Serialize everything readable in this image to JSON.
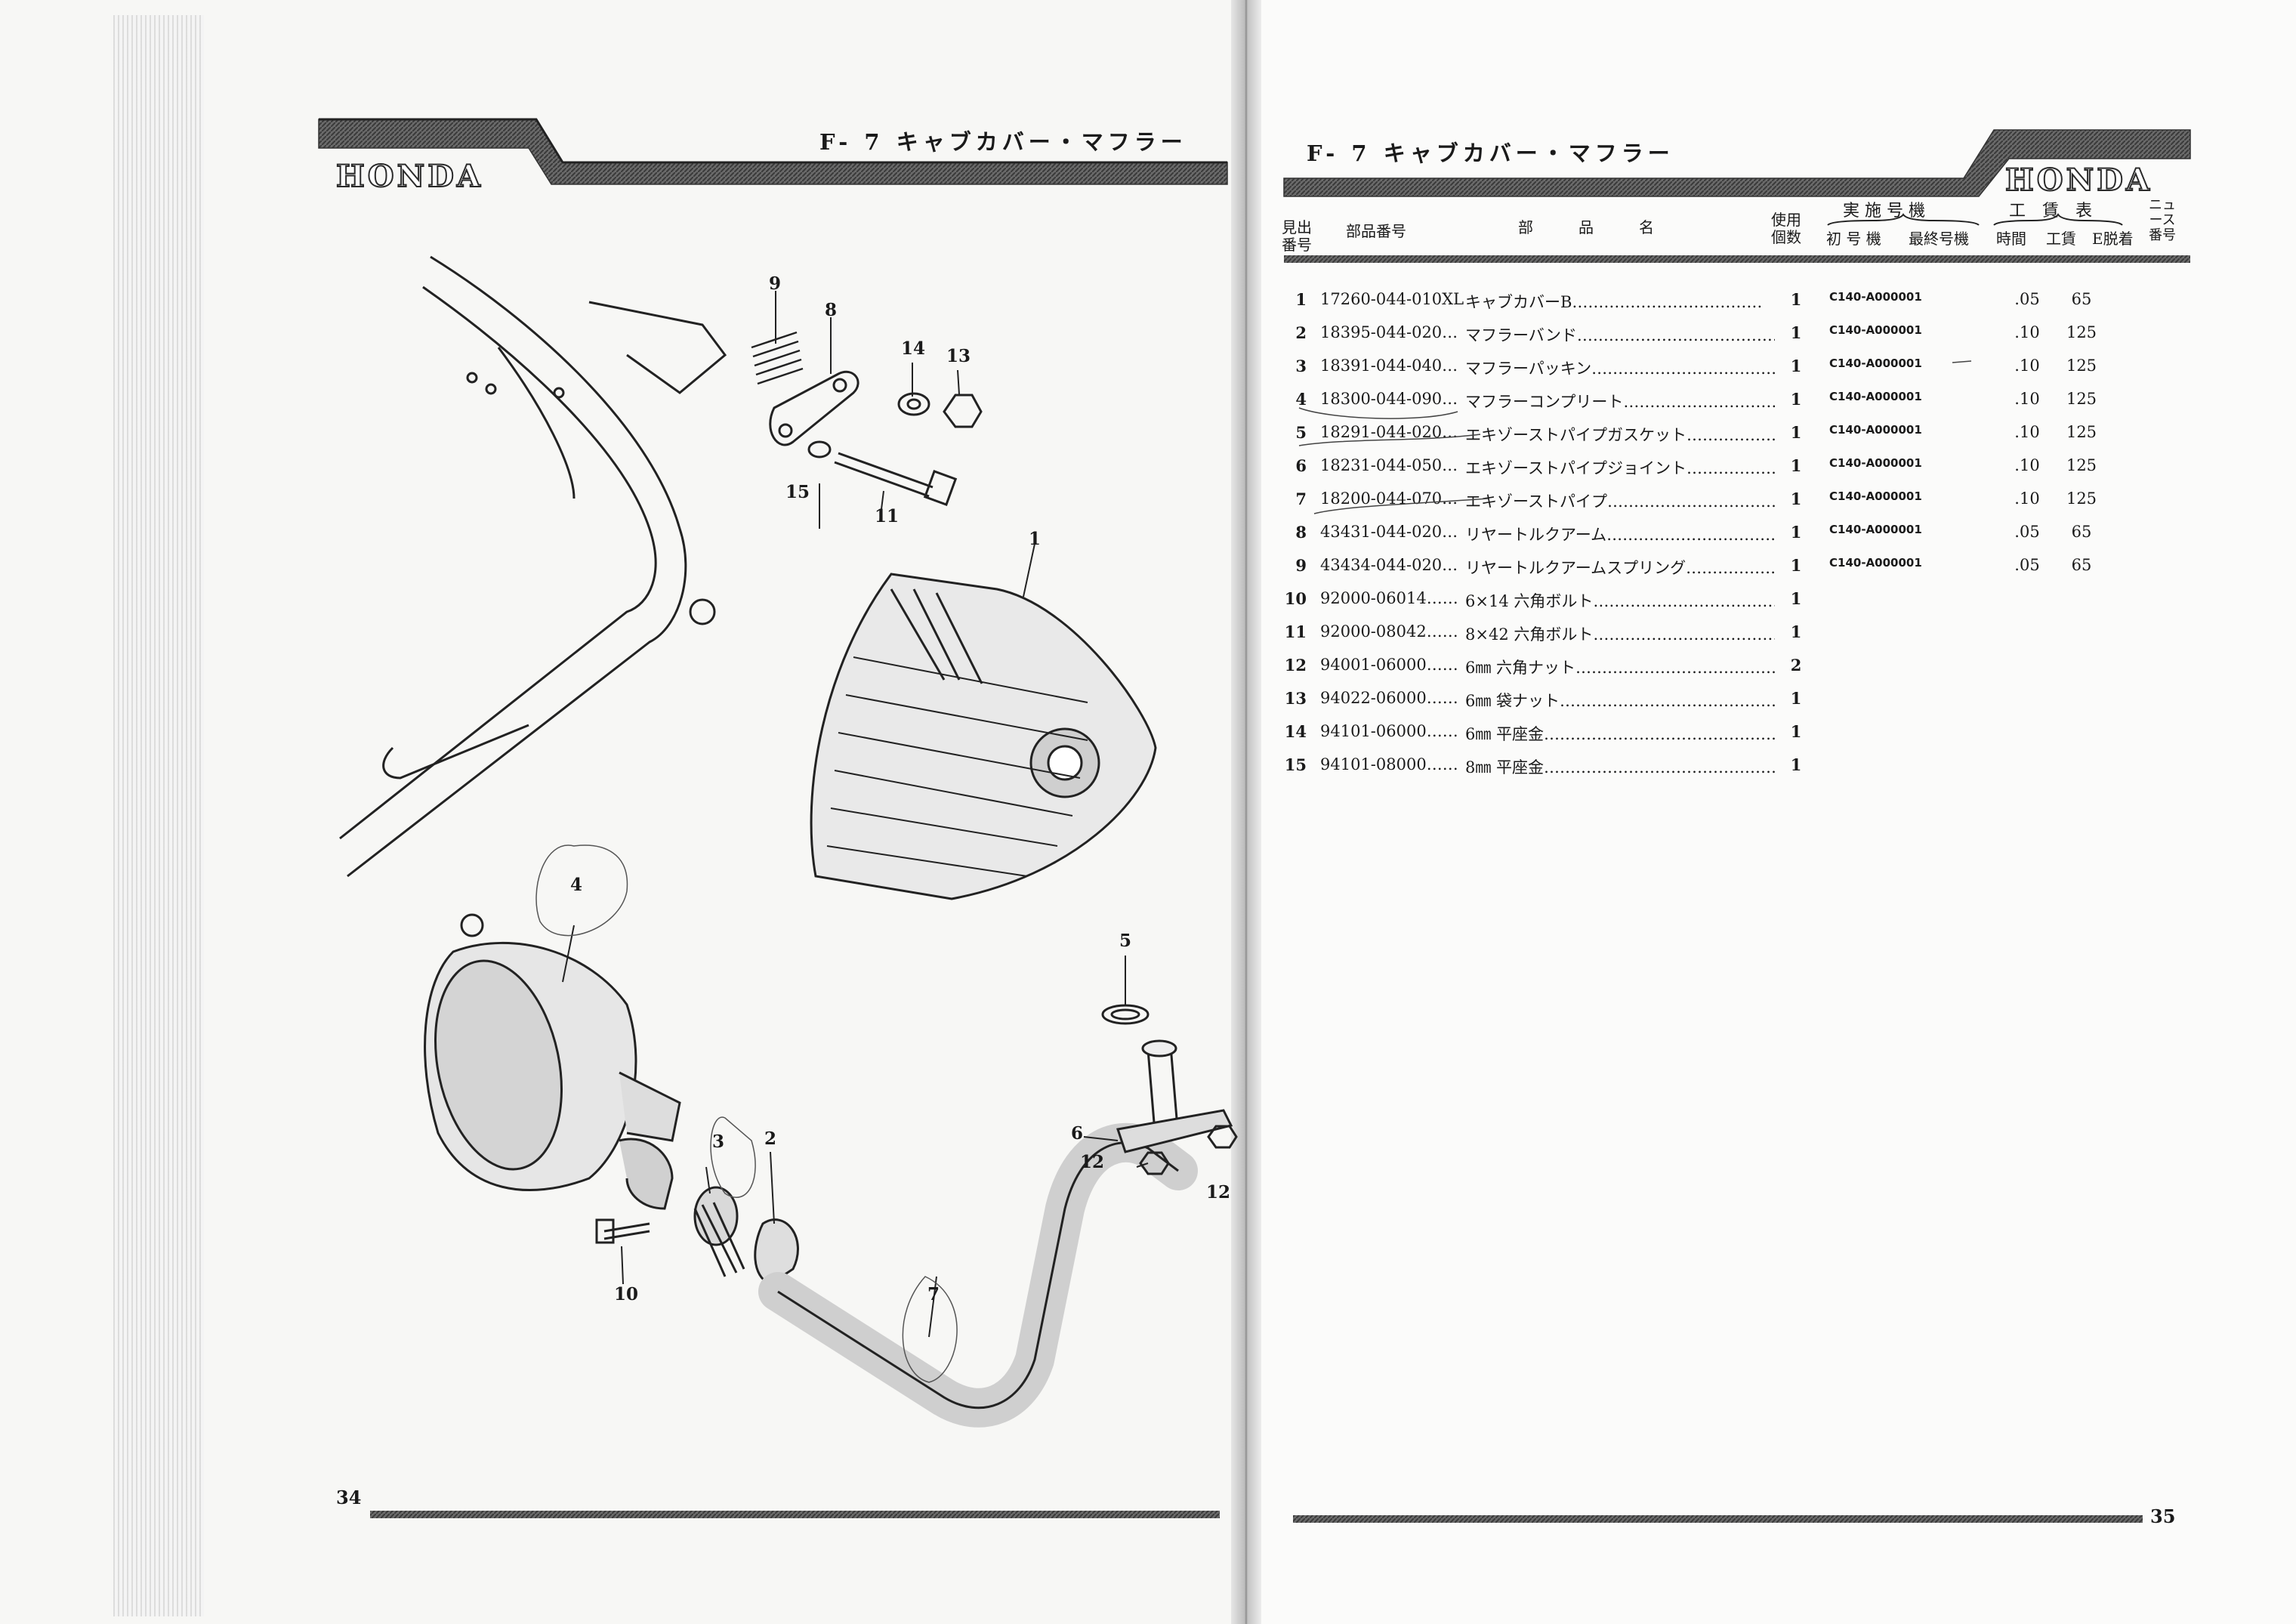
{
  "header": {
    "title_left": "F- 7  キャブカバー・マフラー",
    "title_right": "F- 7  キャブカバー・マフラー",
    "logo_left": "HONDA",
    "logo_right": "HONDA"
  },
  "table_headers": {
    "ref_no": "見出\n番号",
    "part_no": "部品番号",
    "part_name": "部　　　品　　　名",
    "qty": "使用\n個数",
    "serial_group": "実 施 号 機",
    "first_serial": "初 号 機",
    "last_serial": "最終号機",
    "labor_group": "工　賃　表",
    "time": "時間",
    "wage": "工賃",
    "e_removal": "E脱着",
    "news": "ニュ\nース\n番号"
  },
  "parts": [
    {
      "no": "1",
      "part_number": "17260-044-010XL",
      "name": "キャブカバーB………………………………",
      "qty": "1",
      "first_serial": "C140-A000001",
      "time": ".05",
      "wage": "65"
    },
    {
      "no": "2",
      "part_number": "18395-044-020…",
      "name": "マフラーバンド…………………………………",
      "qty": "1",
      "first_serial": "C140-A000001",
      "time": ".10",
      "wage": "125"
    },
    {
      "no": "3",
      "part_number": "18391-044-040…",
      "name": "マフラーパッキン………………………………",
      "qty": "1",
      "first_serial": "C140-A000001",
      "time": ".10",
      "wage": "125"
    },
    {
      "no": "4",
      "part_number": "18300-044-090…",
      "name": "マフラーコンプリート…………………………",
      "qty": "1",
      "first_serial": "C140-A000001",
      "time": ".10",
      "wage": "125"
    },
    {
      "no": "5",
      "part_number": "18291-044-020…",
      "name": "エキゾーストパイプガスケット………………",
      "qty": "1",
      "first_serial": "C140-A000001",
      "time": ".10",
      "wage": "125"
    },
    {
      "no": "6",
      "part_number": "18231-044-050…",
      "name": "エキゾーストパイプジョイント………………",
      "qty": "1",
      "first_serial": "C140-A000001",
      "time": ".10",
      "wage": "125"
    },
    {
      "no": "7",
      "part_number": "18200-044-070…",
      "name": "エキゾーストパイプ……………………………",
      "qty": "1",
      "first_serial": "C140-A000001",
      "time": ".10",
      "wage": "125"
    },
    {
      "no": "8",
      "part_number": "43431-044-020…",
      "name": "リヤートルクアーム……………………………",
      "qty": "1",
      "first_serial": "C140-A000001",
      "time": ".05",
      "wage": "65"
    },
    {
      "no": "9",
      "part_number": "43434-044-020…",
      "name": "リヤートルクアームスプリング………………",
      "qty": "1",
      "first_serial": "C140-A000001",
      "time": ".05",
      "wage": "65"
    },
    {
      "no": "10",
      "part_number": "92000-06014……",
      "name": "6×14 六角ボルト………………………………",
      "qty": "1",
      "first_serial": "",
      "time": "",
      "wage": ""
    },
    {
      "no": "11",
      "part_number": "92000-08042……",
      "name": "8×42 六角ボルト………………………………",
      "qty": "1",
      "first_serial": "",
      "time": "",
      "wage": ""
    },
    {
      "no": "12",
      "part_number": "94001-06000……",
      "name": "6㎜ 六角ナット…………………………………",
      "qty": "2",
      "first_serial": "",
      "time": "",
      "wage": ""
    },
    {
      "no": "13",
      "part_number": "94022-06000……",
      "name": "6㎜ 袋ナット……………………………………",
      "qty": "1",
      "first_serial": "",
      "time": "",
      "wage": ""
    },
    {
      "no": "14",
      "part_number": "94101-06000……",
      "name": "6㎜ 平座金………………………………………",
      "qty": "1",
      "first_serial": "",
      "time": "",
      "wage": ""
    },
    {
      "no": "15",
      "part_number": "94101-08000……",
      "name": "8㎜ 平座金………………………………………",
      "qty": "1",
      "first_serial": "",
      "time": "",
      "wage": ""
    }
  ],
  "diagram_callouts": [
    "9",
    "8",
    "14",
    "13",
    "15",
    "11",
    "1",
    "4",
    "5",
    "6",
    "12",
    "12",
    "3",
    "2",
    "10",
    "7"
  ],
  "page_numbers": {
    "left": "34",
    "right": "35"
  },
  "colors": {
    "band": "#4a4a4a",
    "ink": "#1a1a1a",
    "paper": "#f8f8f6"
  }
}
